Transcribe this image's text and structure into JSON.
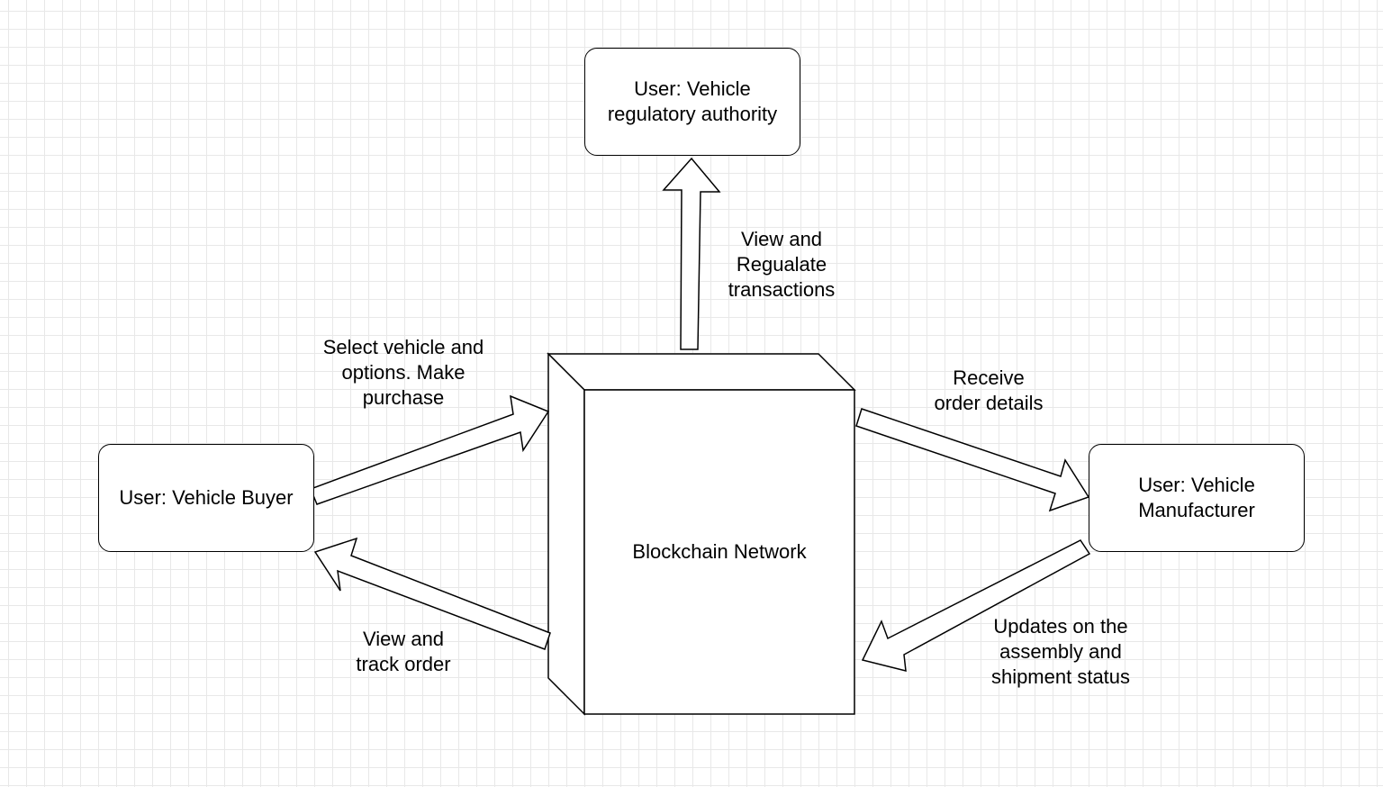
{
  "nodes": {
    "regulator": "User: Vehicle\nregulatory authority",
    "buyer": "User: Vehicle Buyer",
    "manufacturer": "User: Vehicle\nManufacturer",
    "blockchain": "Blockchain Network"
  },
  "edges": {
    "to_regulator": "View and\nRegualate\ntransactions",
    "buyer_to_chain": "Select vehicle and\noptions. Make\npurchase",
    "chain_to_buyer": "View and\ntrack order",
    "chain_to_manufacturer": "Receive\norder details",
    "manufacturer_to_chain": "Updates on the\nassembly and\nshipment status"
  }
}
